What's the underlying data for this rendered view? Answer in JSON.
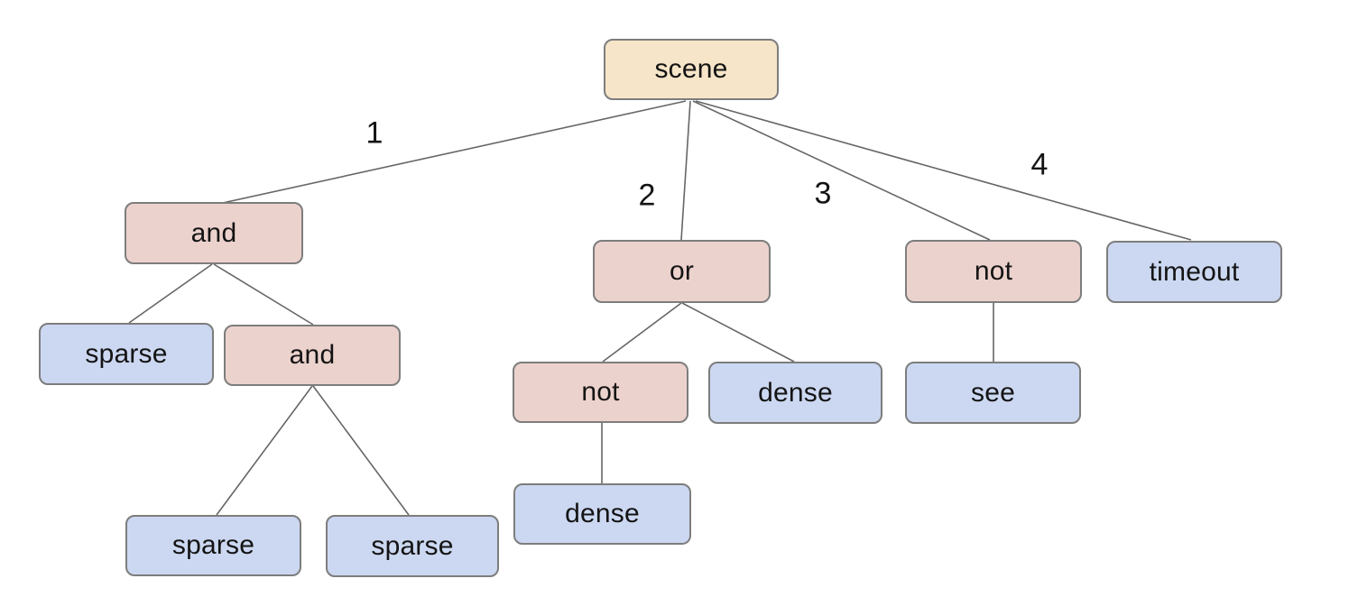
{
  "diagram": {
    "type": "tree",
    "background": "#ffffff",
    "colors": {
      "root_fill": "#f6e5c8",
      "operator_fill": "#ecd2cd",
      "leaf_fill": "#ccd8f1",
      "node_border": "#7d7d7d",
      "edge_line": "#666666",
      "text": "#141414"
    },
    "nodes": {
      "scene": {
        "label": "scene",
        "kind": "root"
      },
      "and_1": {
        "label": "and",
        "kind": "operator"
      },
      "sparse_1": {
        "label": "sparse",
        "kind": "leaf"
      },
      "and_2": {
        "label": "and",
        "kind": "operator"
      },
      "sparse_2": {
        "label": "sparse",
        "kind": "leaf"
      },
      "sparse_3": {
        "label": "sparse",
        "kind": "leaf"
      },
      "or_1": {
        "label": "or",
        "kind": "operator"
      },
      "not_1": {
        "label": "not",
        "kind": "operator"
      },
      "dense_1": {
        "label": "dense",
        "kind": "leaf"
      },
      "dense_2": {
        "label": "dense",
        "kind": "leaf"
      },
      "not_2": {
        "label": "not",
        "kind": "operator"
      },
      "see_1": {
        "label": "see",
        "kind": "leaf"
      },
      "timeout_1": {
        "label": "timeout",
        "kind": "leaf"
      }
    },
    "edge_labels": {
      "first": "1",
      "second": "2",
      "third": "3",
      "fourth": "4"
    },
    "tree": {
      "label": "scene",
      "children": [
        {
          "edge": "1",
          "label": "and",
          "children": [
            {
              "label": "sparse"
            },
            {
              "label": "and",
              "children": [
                {
                  "label": "sparse"
                },
                {
                  "label": "sparse"
                }
              ]
            }
          ]
        },
        {
          "edge": "2",
          "label": "or",
          "children": [
            {
              "label": "not",
              "children": [
                {
                  "label": "dense"
                }
              ]
            },
            {
              "label": "dense"
            }
          ]
        },
        {
          "edge": "3",
          "label": "not",
          "children": [
            {
              "label": "see"
            }
          ]
        },
        {
          "edge": "4",
          "label": "timeout"
        }
      ]
    }
  }
}
